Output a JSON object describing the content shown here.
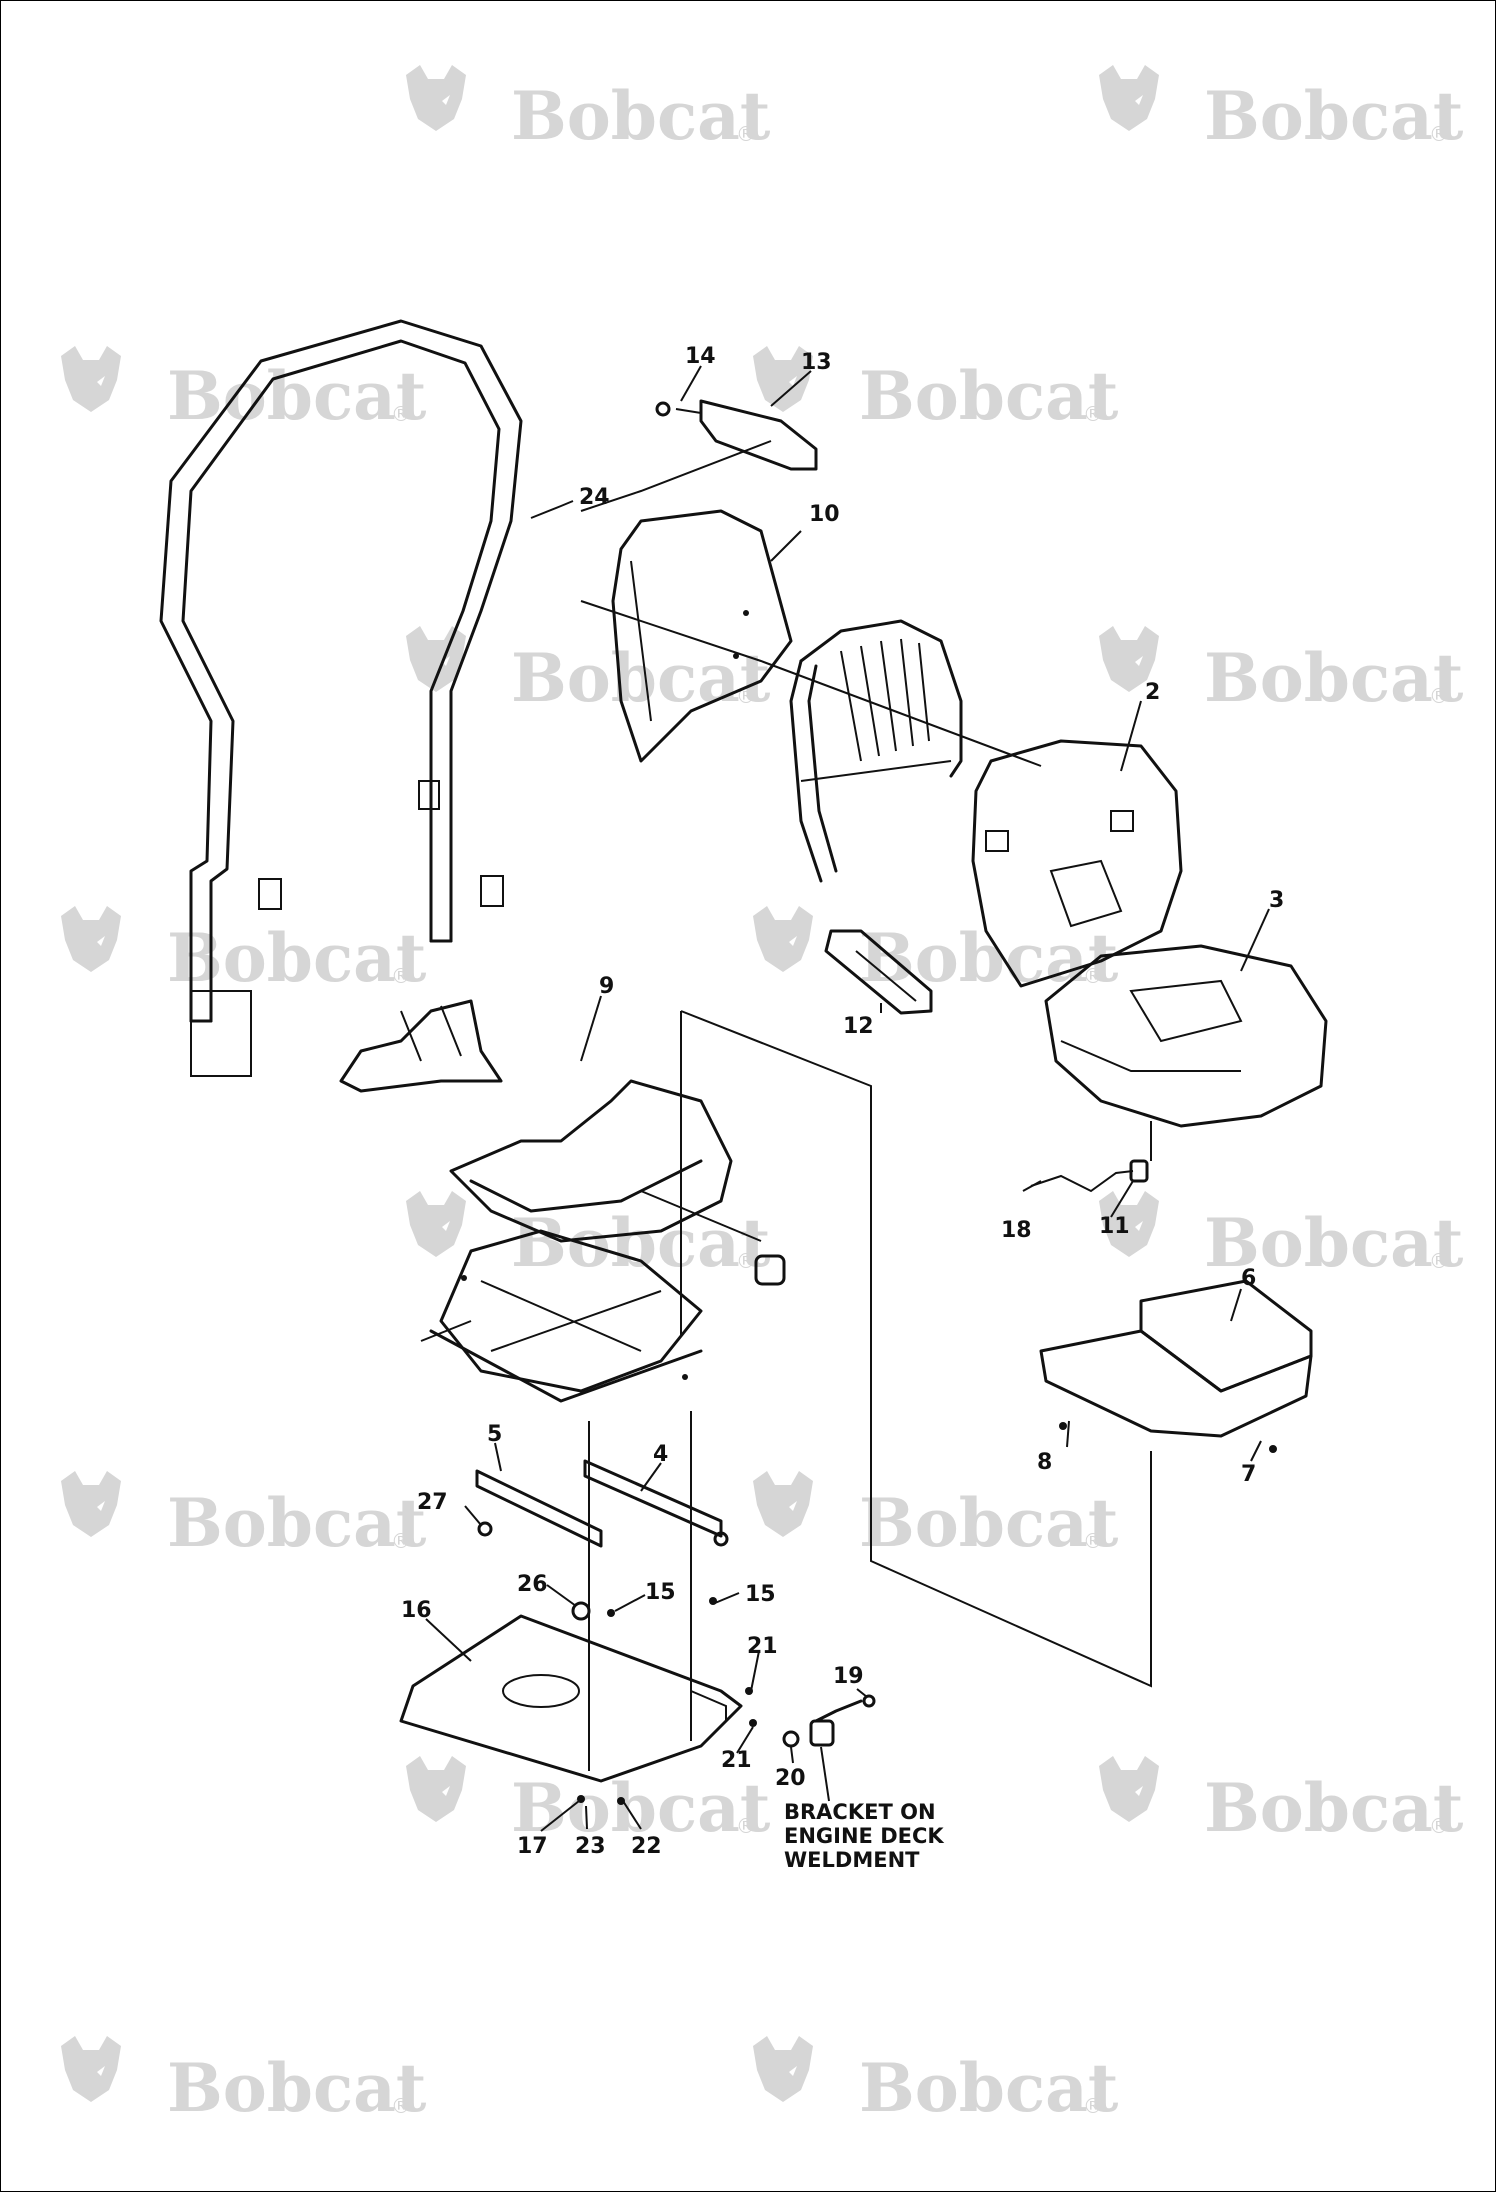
{
  "watermark": {
    "text": "Bobcat",
    "reg": "®"
  },
  "callouts": {
    "c2": "2",
    "c3": "3",
    "c4": "4",
    "c5": "5",
    "c6": "6",
    "c7": "7",
    "c8": "8",
    "c9": "9",
    "c10": "10",
    "c11": "11",
    "c12": "12",
    "c13": "13",
    "c14": "14",
    "c15a": "15",
    "c15b": "15",
    "c16": "16",
    "c17": "17",
    "c18": "18",
    "c19": "19",
    "c20": "20",
    "c21a": "21",
    "c21b": "21",
    "c22": "22",
    "c23": "23",
    "c24": "24",
    "c26": "26",
    "c27": "27"
  },
  "note": {
    "line1": "BRACKET ON",
    "line2": "ENGINE DECK",
    "line3": "WELDMENT"
  }
}
